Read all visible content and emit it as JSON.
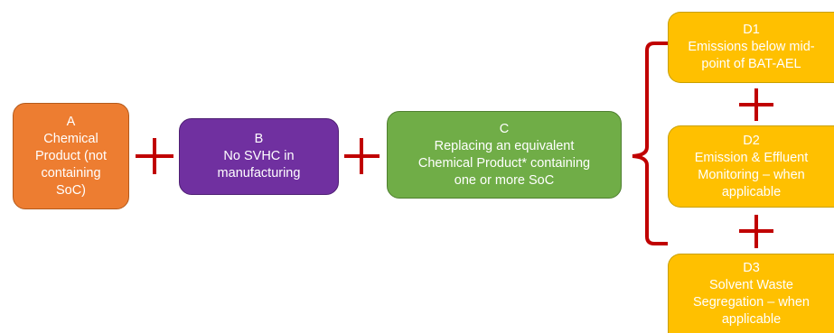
{
  "boxes": {
    "a": {
      "lines": [
        "A",
        "Chemical",
        "Product (not",
        "containing",
        "SoC)"
      ],
      "color": "#ED7D31"
    },
    "b": {
      "lines": [
        "B",
        "No SVHC in",
        "manufacturing"
      ],
      "color": "#7030A0"
    },
    "c": {
      "lines": [
        "C",
        "Replacing an equivalent",
        "Chemical Product* containing",
        "one or more  SoC"
      ],
      "color": "#70AD47"
    },
    "d1": {
      "lines": [
        "D1",
        "Emissions below mid-",
        "point of BAT-AEL"
      ],
      "color": "#FFC000"
    },
    "d2": {
      "lines": [
        "D2",
        "Emission & Effluent",
        "Monitoring – when",
        "applicable"
      ],
      "color": "#FFC000"
    },
    "d3": {
      "lines": [
        "D3",
        "Solvent Waste",
        "Segregation – when",
        "applicable"
      ],
      "color": "#FFC000"
    }
  },
  "connector_color": "#C00000"
}
